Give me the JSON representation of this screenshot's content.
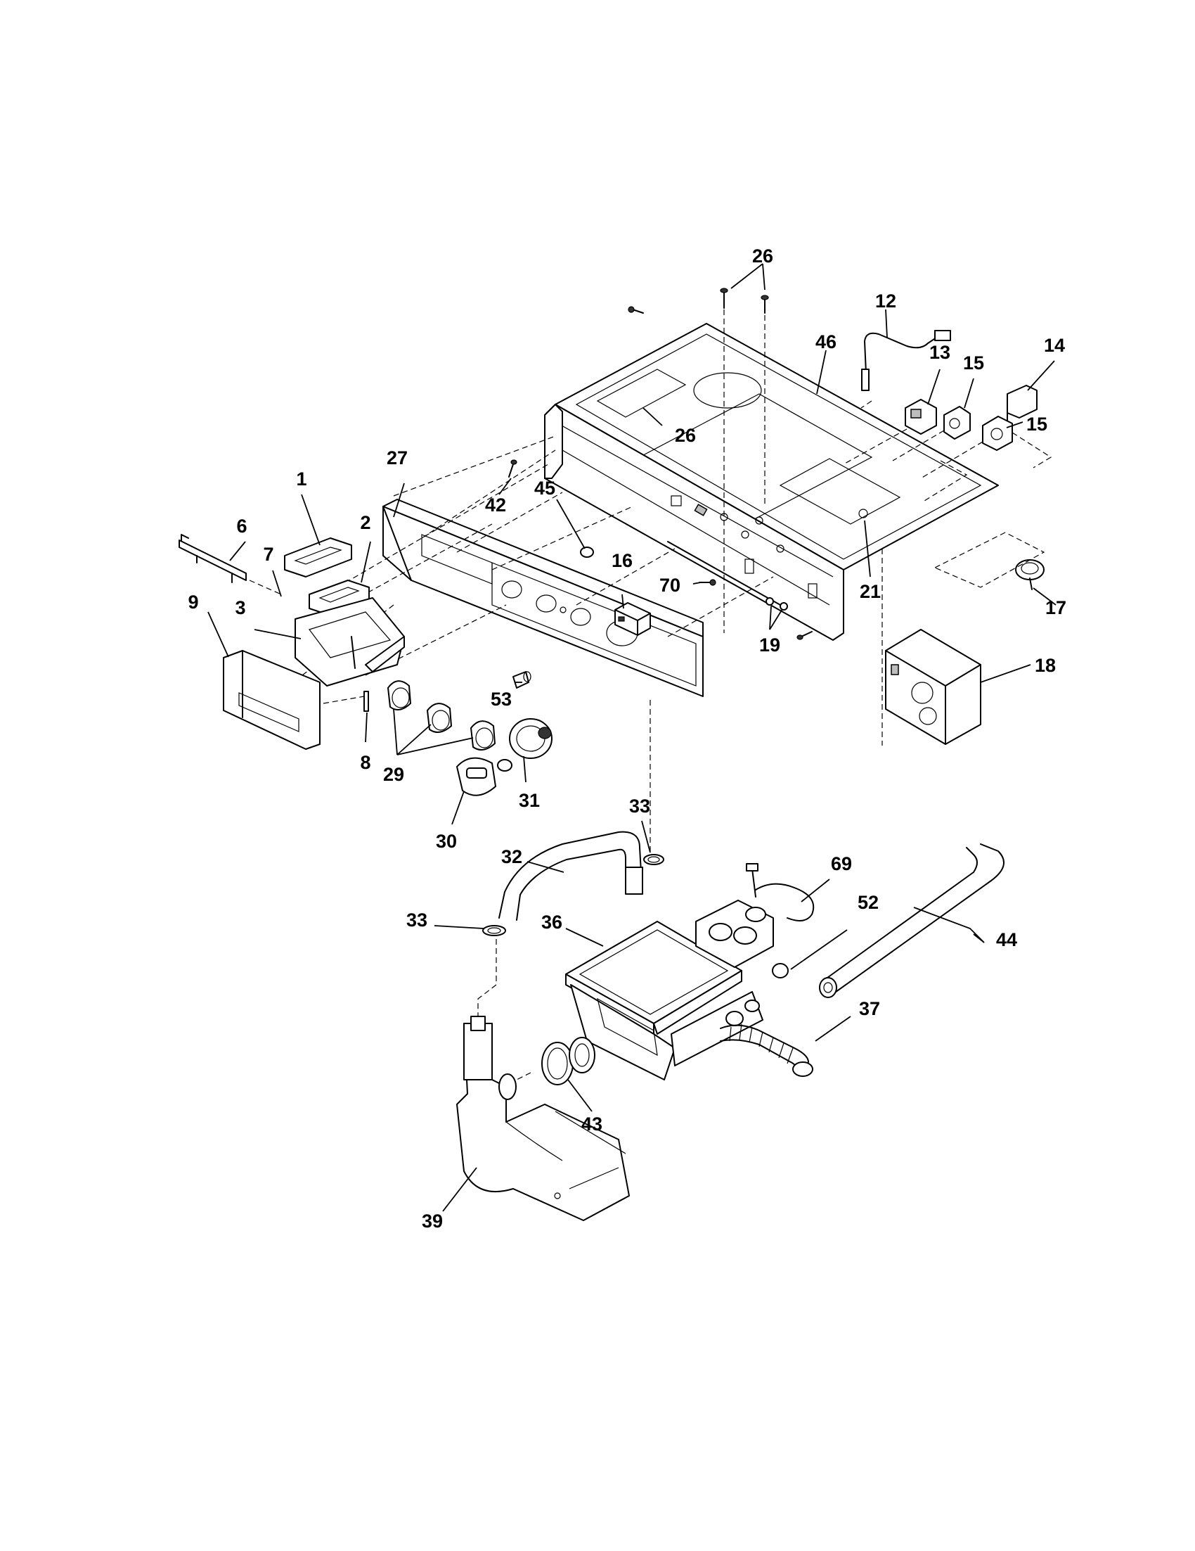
{
  "diagram": {
    "callouts": [
      {
        "id": "c1",
        "label": "1"
      },
      {
        "id": "c2",
        "label": "2"
      },
      {
        "id": "c3",
        "label": "3"
      },
      {
        "id": "c6",
        "label": "6"
      },
      {
        "id": "c7",
        "label": "7"
      },
      {
        "id": "c8",
        "label": "8"
      },
      {
        "id": "c9",
        "label": "9"
      },
      {
        "id": "c12",
        "label": "12"
      },
      {
        "id": "c13",
        "label": "13"
      },
      {
        "id": "c14",
        "label": "14"
      },
      {
        "id": "c15a",
        "label": "15"
      },
      {
        "id": "c15b",
        "label": "15"
      },
      {
        "id": "c16",
        "label": "16"
      },
      {
        "id": "c17",
        "label": "17"
      },
      {
        "id": "c18",
        "label": "18"
      },
      {
        "id": "c19",
        "label": "19"
      },
      {
        "id": "c21",
        "label": "21"
      },
      {
        "id": "c26a",
        "label": "26"
      },
      {
        "id": "c26b",
        "label": "26"
      },
      {
        "id": "c27",
        "label": "27"
      },
      {
        "id": "c29",
        "label": "29"
      },
      {
        "id": "c30",
        "label": "30"
      },
      {
        "id": "c31",
        "label": "31"
      },
      {
        "id": "c32",
        "label": "32"
      },
      {
        "id": "c33a",
        "label": "33"
      },
      {
        "id": "c33b",
        "label": "33"
      },
      {
        "id": "c36",
        "label": "36"
      },
      {
        "id": "c37",
        "label": "37"
      },
      {
        "id": "c39",
        "label": "39"
      },
      {
        "id": "c42",
        "label": "42"
      },
      {
        "id": "c43",
        "label": "43"
      },
      {
        "id": "c44",
        "label": "44"
      },
      {
        "id": "c45",
        "label": "45"
      },
      {
        "id": "c46",
        "label": "46"
      },
      {
        "id": "c52",
        "label": "52"
      },
      {
        "id": "c53",
        "label": "53"
      },
      {
        "id": "c69",
        "label": "69"
      },
      {
        "id": "c70",
        "label": "70"
      }
    ]
  }
}
